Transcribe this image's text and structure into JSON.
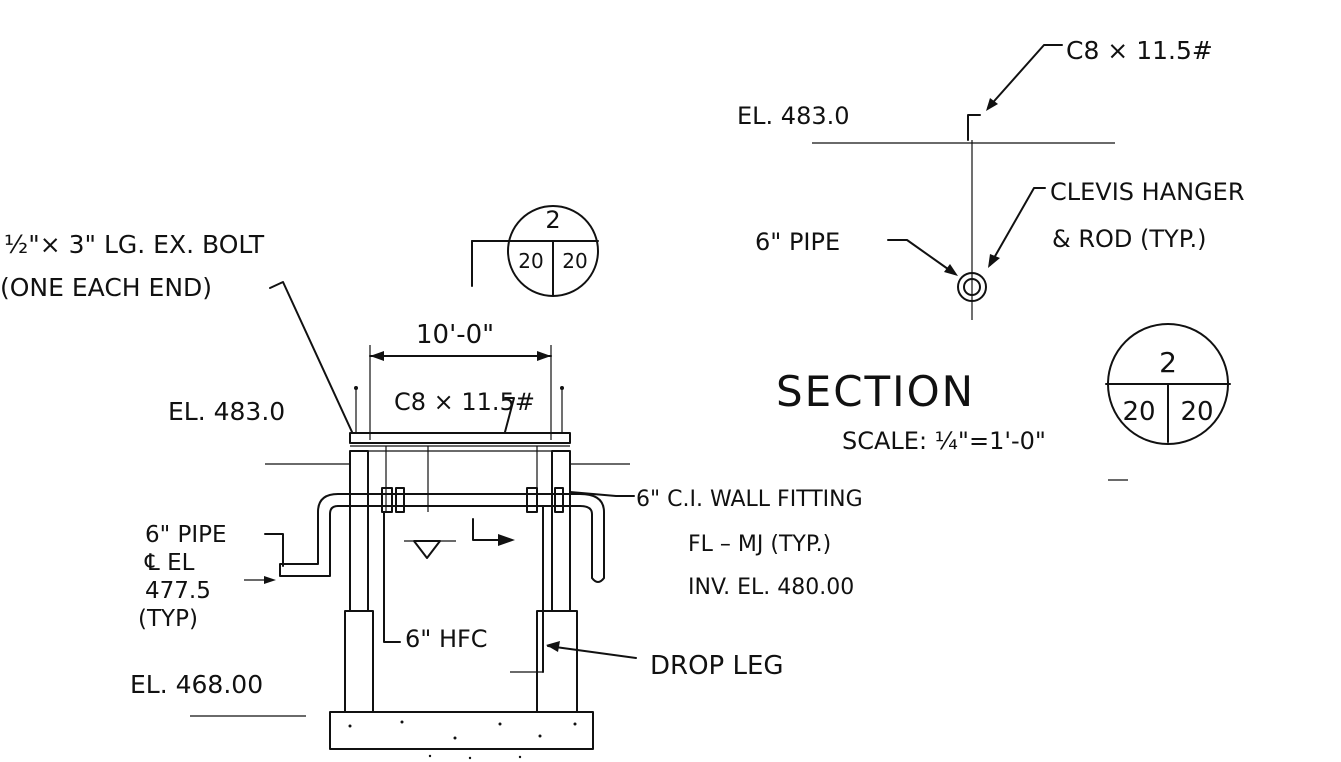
{
  "labels": {
    "bolt_line1": "½\"× 3\" LG. EX. BOLT",
    "bolt_line2": "(ONE EACH END)",
    "span": "10'-0\"",
    "channel_main": "C8 × 11.5#",
    "el_top_left": "EL. 483.0",
    "wall_fitting_1": "6\" C.I. WALL FITTING",
    "wall_fitting_2": "FL – MJ  (TYP.)",
    "wall_fitting_3": "INV. EL. 480.00",
    "pipe_left_1": "6\" PIPE",
    "pipe_left_2": "℄ EL",
    "pipe_left_3": "477.5",
    "pipe_left_4": "(TYP)",
    "hfc": "6\" HFC",
    "el_bottom": "EL. 468.00",
    "drop_leg": "DROP LEG",
    "channel_detail": "C8 × 11.5#",
    "el_detail": "EL. 483.0",
    "clevis_1": "CLEVIS  HANGER",
    "clevis_2": "& ROD (TYP.)",
    "pipe_detail": "6\" PIPE",
    "section_title": "SECTION",
    "scale": "SCALE: ¼\"=1'-0\""
  },
  "section_marker_main": {
    "top": "2",
    "bottom_left": "20",
    "bottom_right": "20"
  },
  "section_marker_title": {
    "top": "2",
    "bottom_left": "20",
    "bottom_right": "20"
  }
}
